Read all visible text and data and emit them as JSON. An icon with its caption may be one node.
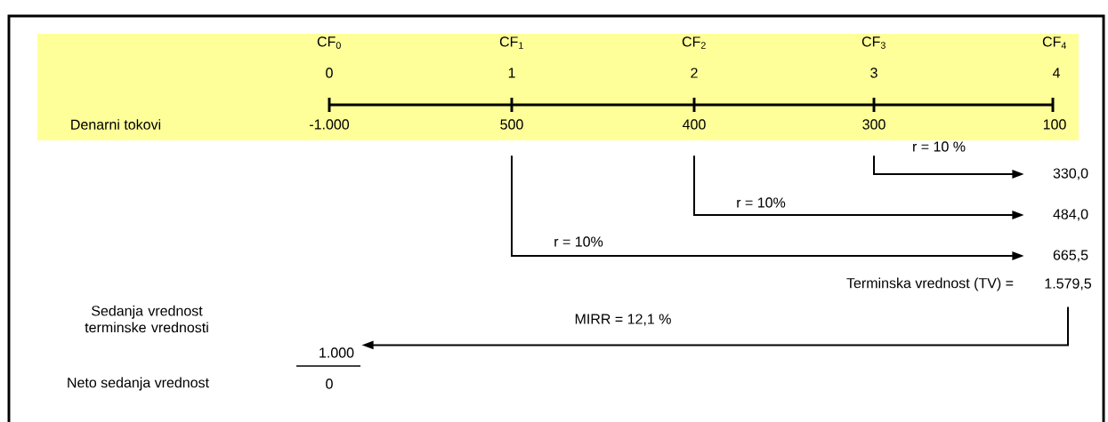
{
  "diagram": {
    "nodes": [
      {
        "text": [
          "500"
        ]
      },
      {
        "text": [
          "400"
        ]
      },
      {
        "text": [
          "300"
        ]
      },
      {
        "text": [
          "330,0"
        ]
      },
      {
        "text": [
          "484,0"
        ]
      },
      {
        "text": [
          "665,5"
        ]
      },
      {
        "text": [
          "1.579,5"
        ]
      },
      {
        "text": [
          "1.000"
        ]
      }
    ],
    "edges": [
      {
        "from": 2,
        "to": 3,
        "arrow": "to",
        "label": "r = 10 %"
      },
      {
        "from": 1,
        "to": 4,
        "arrow": "to",
        "label": "r = 10%"
      },
      {
        "from": 0,
        "to": 5,
        "arrow": "to",
        "label": "r = 10%"
      },
      {
        "from": 6,
        "to": 7,
        "arrow": "to",
        "label": "MIRR = 12,1 %"
      }
    ],
    "labels": [
      "CF$_{0}$",
      "CF$_{1}$",
      "CF$_{2}$",
      "CF$_{3}$",
      "CF$_{4}$",
      "0",
      "1",
      "2",
      "3",
      "4",
      "Denarni tokovi",
      "-1.000",
      "100",
      "Terminska vrednost (TV) =",
      "Sedanja vrednost terminske vrednosti",
      "Neto sedanja vrednost",
      "0"
    ]
  }
}
